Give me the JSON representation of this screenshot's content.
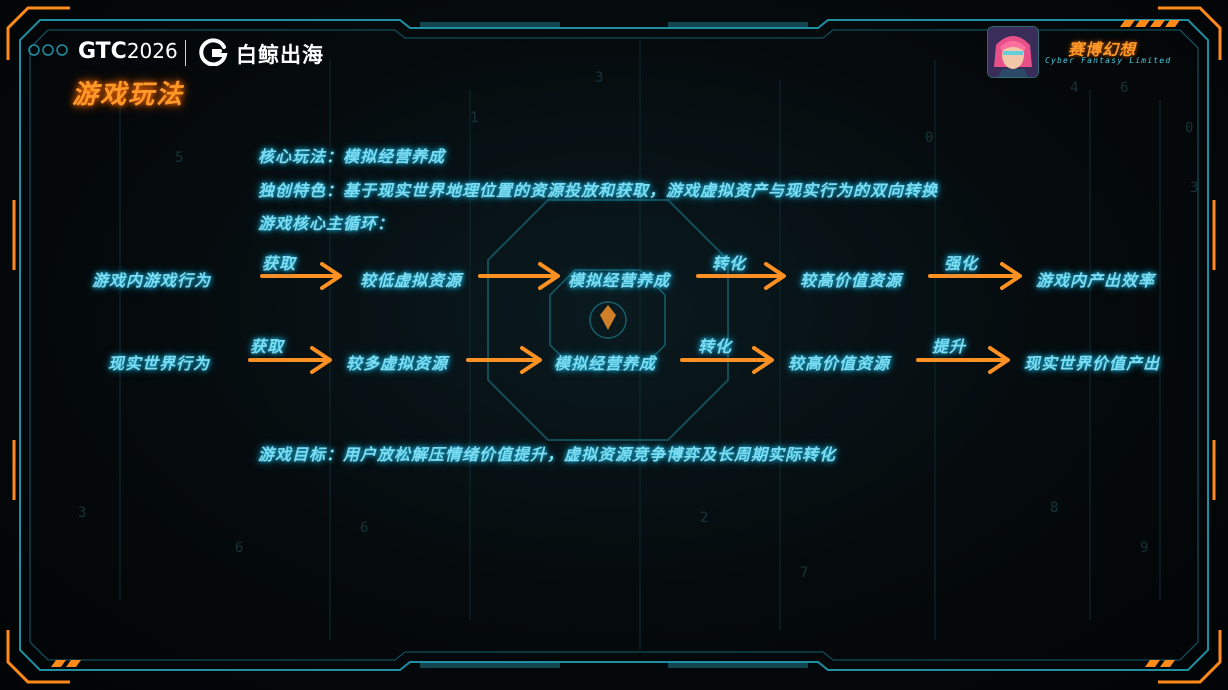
{
  "header": {
    "event_logo": "GTC",
    "event_year": "2026",
    "partner_name": "白鲸出海",
    "partner_icon": "whale-logo-icon"
  },
  "slide": {
    "title": "游戏玩法",
    "lines": {
      "core": "核心玩法：模拟经营养成",
      "feature": "独创特色：基于现实世界地理位置的资源投放和获取，游戏虚拟资产与现实行为的双向转换",
      "loop_heading": "游戏核心主循环：",
      "goal": "游戏目标：用户放松解压情绪价值提升，虚拟资源竞争博弈及长周期实际转化"
    },
    "loops": [
      {
        "nodes": [
          "游戏内游戏行为",
          "较低虚拟资源",
          "模拟经营养成",
          "较高价值资源",
          "游戏内产出效率"
        ],
        "edge_labels": [
          "获取",
          "",
          "转化",
          "强化"
        ]
      },
      {
        "nodes": [
          "现实世界行为",
          "较多虚拟资源",
          "模拟经营养成",
          "较高价值资源",
          "现实世界价值产出"
        ],
        "edge_labels": [
          "获取",
          "",
          "转化",
          "提升"
        ]
      }
    ]
  },
  "brand": {
    "name_cn": "赛博幻想",
    "name_en": "Cyber Fantasy Limited"
  },
  "colors": {
    "accent_orange": "#ff9a2a",
    "text_cyan": "#7fdcf0",
    "frame_cyan": "#1f8fa3"
  }
}
